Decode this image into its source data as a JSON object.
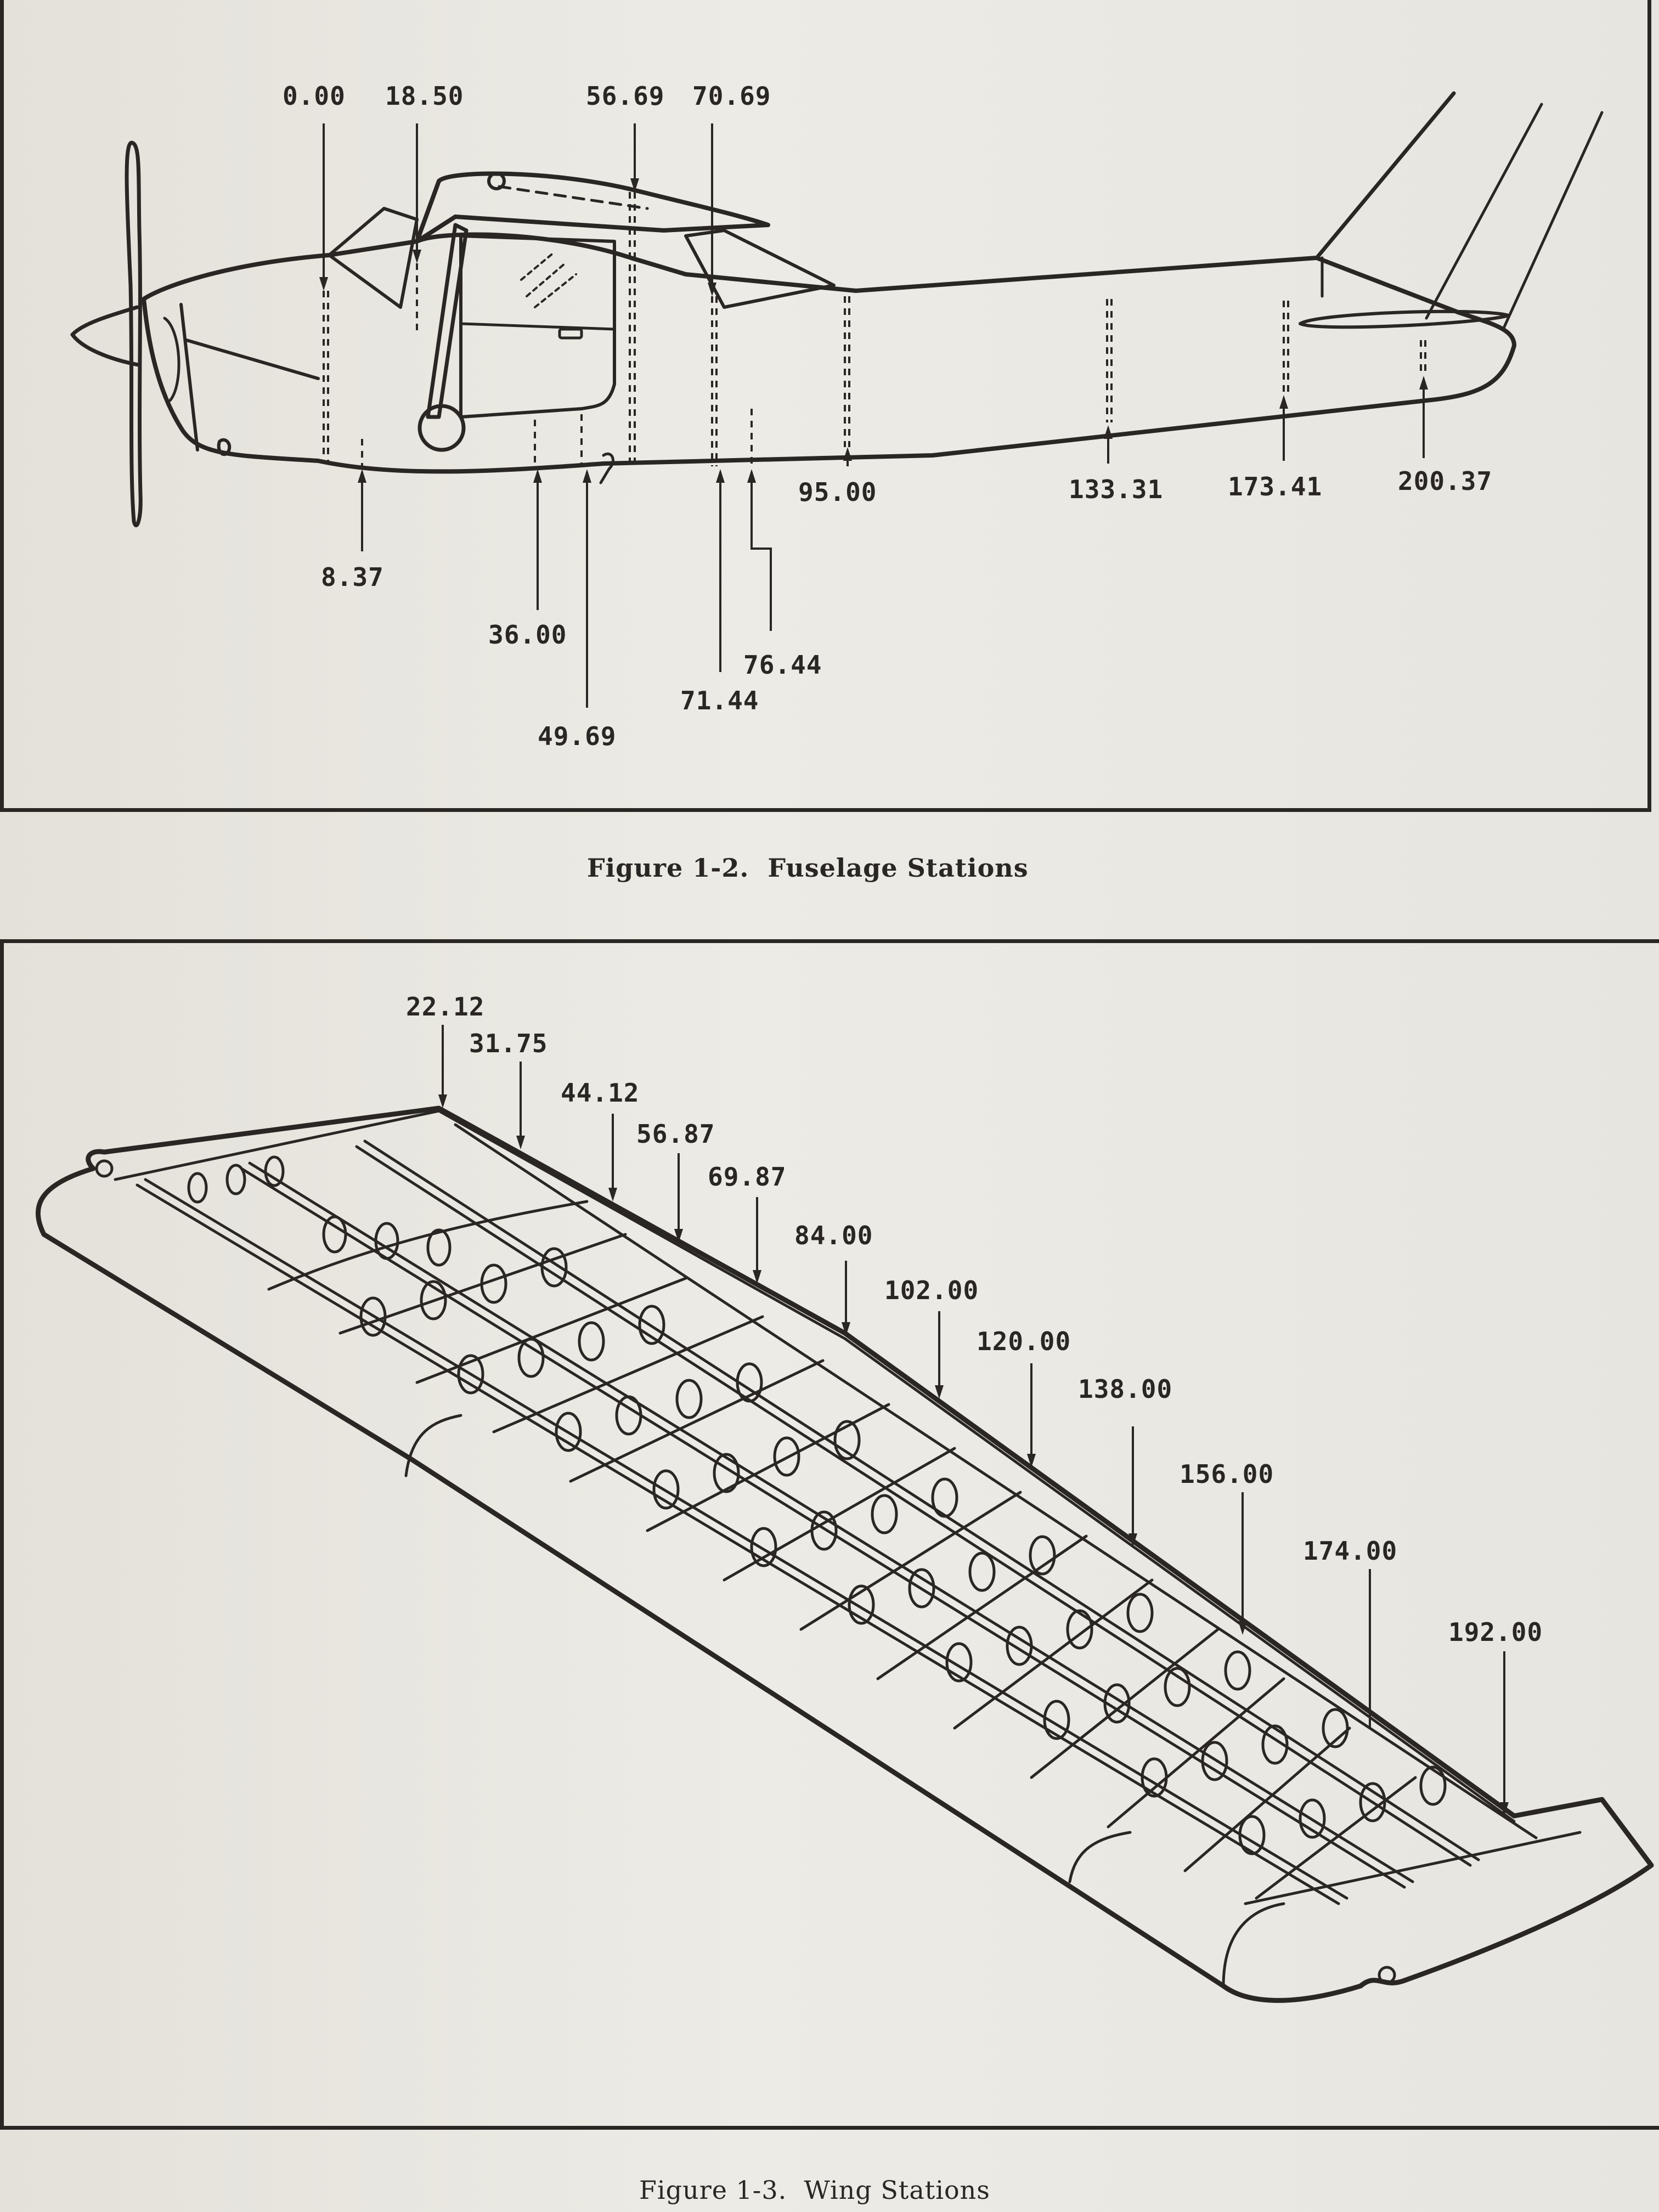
{
  "figure_fuselage": {
    "caption": "Figure 1-2.  Fuselage Stations",
    "stations_top": [
      "0.00",
      "18.50",
      "56.69",
      "70.69"
    ],
    "stations_bottom": [
      "8.37",
      "36.00",
      "49.69",
      "71.44",
      "76.44",
      "95.00",
      "133.31",
      "173.41",
      "200.37"
    ]
  },
  "figure_wing": {
    "caption": "Figure 1-3.  Wing Stations",
    "stations": [
      "22.12",
      "31.75",
      "44.12",
      "56.87",
      "69.87",
      "84.00",
      "102.00",
      "120.00",
      "138.00",
      "156.00",
      "174.00",
      "192.00"
    ]
  },
  "colors": {
    "ink": "#2a2624",
    "paper": "#e9e6df"
  }
}
